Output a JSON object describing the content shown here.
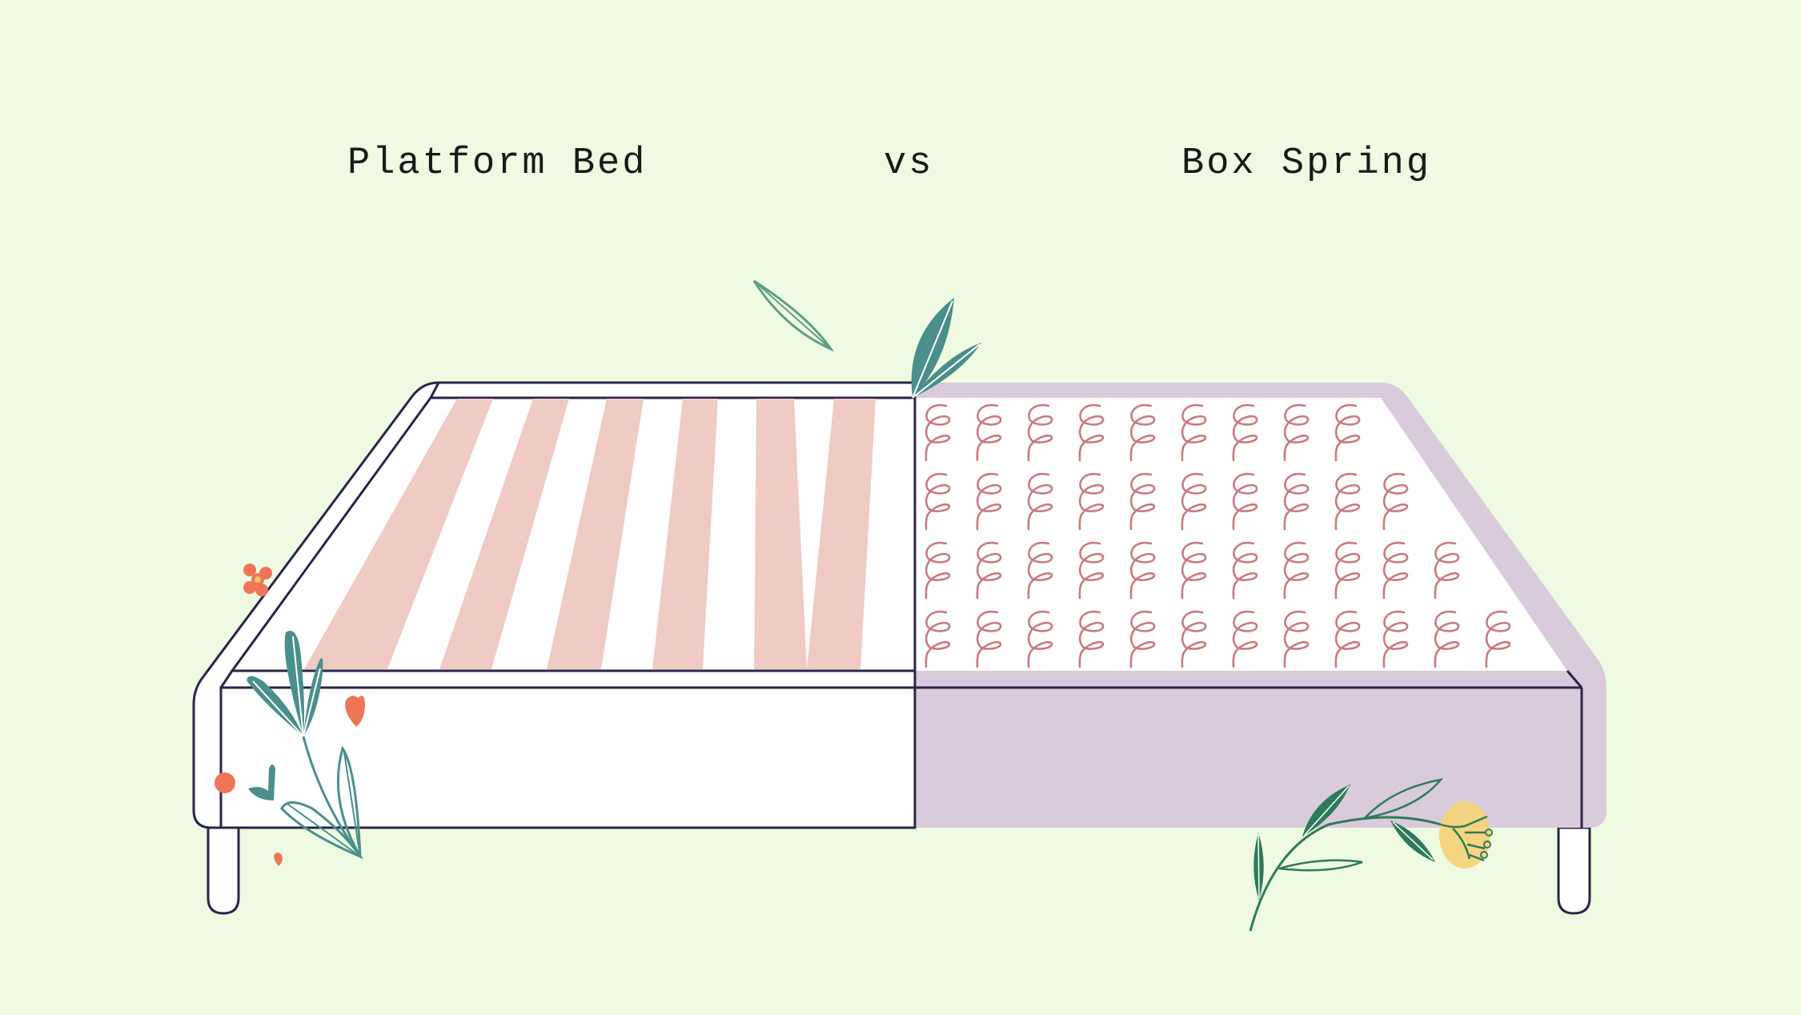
{
  "titles": {
    "left": "Platform Bed",
    "middle": "vs",
    "right": "Box Spring"
  },
  "colors": {
    "background": "#eefbe2",
    "outline": "#2a2448",
    "slat": "#efcbc3",
    "box_spring": "#d9cbdb",
    "spring": "#c97a80",
    "leaf_teal": "#4a8f8c",
    "leaf_green": "#2e7a5a",
    "accent_orange": "#ee7657",
    "flower_yellow": "#f4d37a"
  },
  "illustration": {
    "platform_bed": {
      "slat_count": 6
    },
    "box_spring": {
      "spring_rows": [
        9,
        10,
        11,
        12
      ]
    }
  }
}
